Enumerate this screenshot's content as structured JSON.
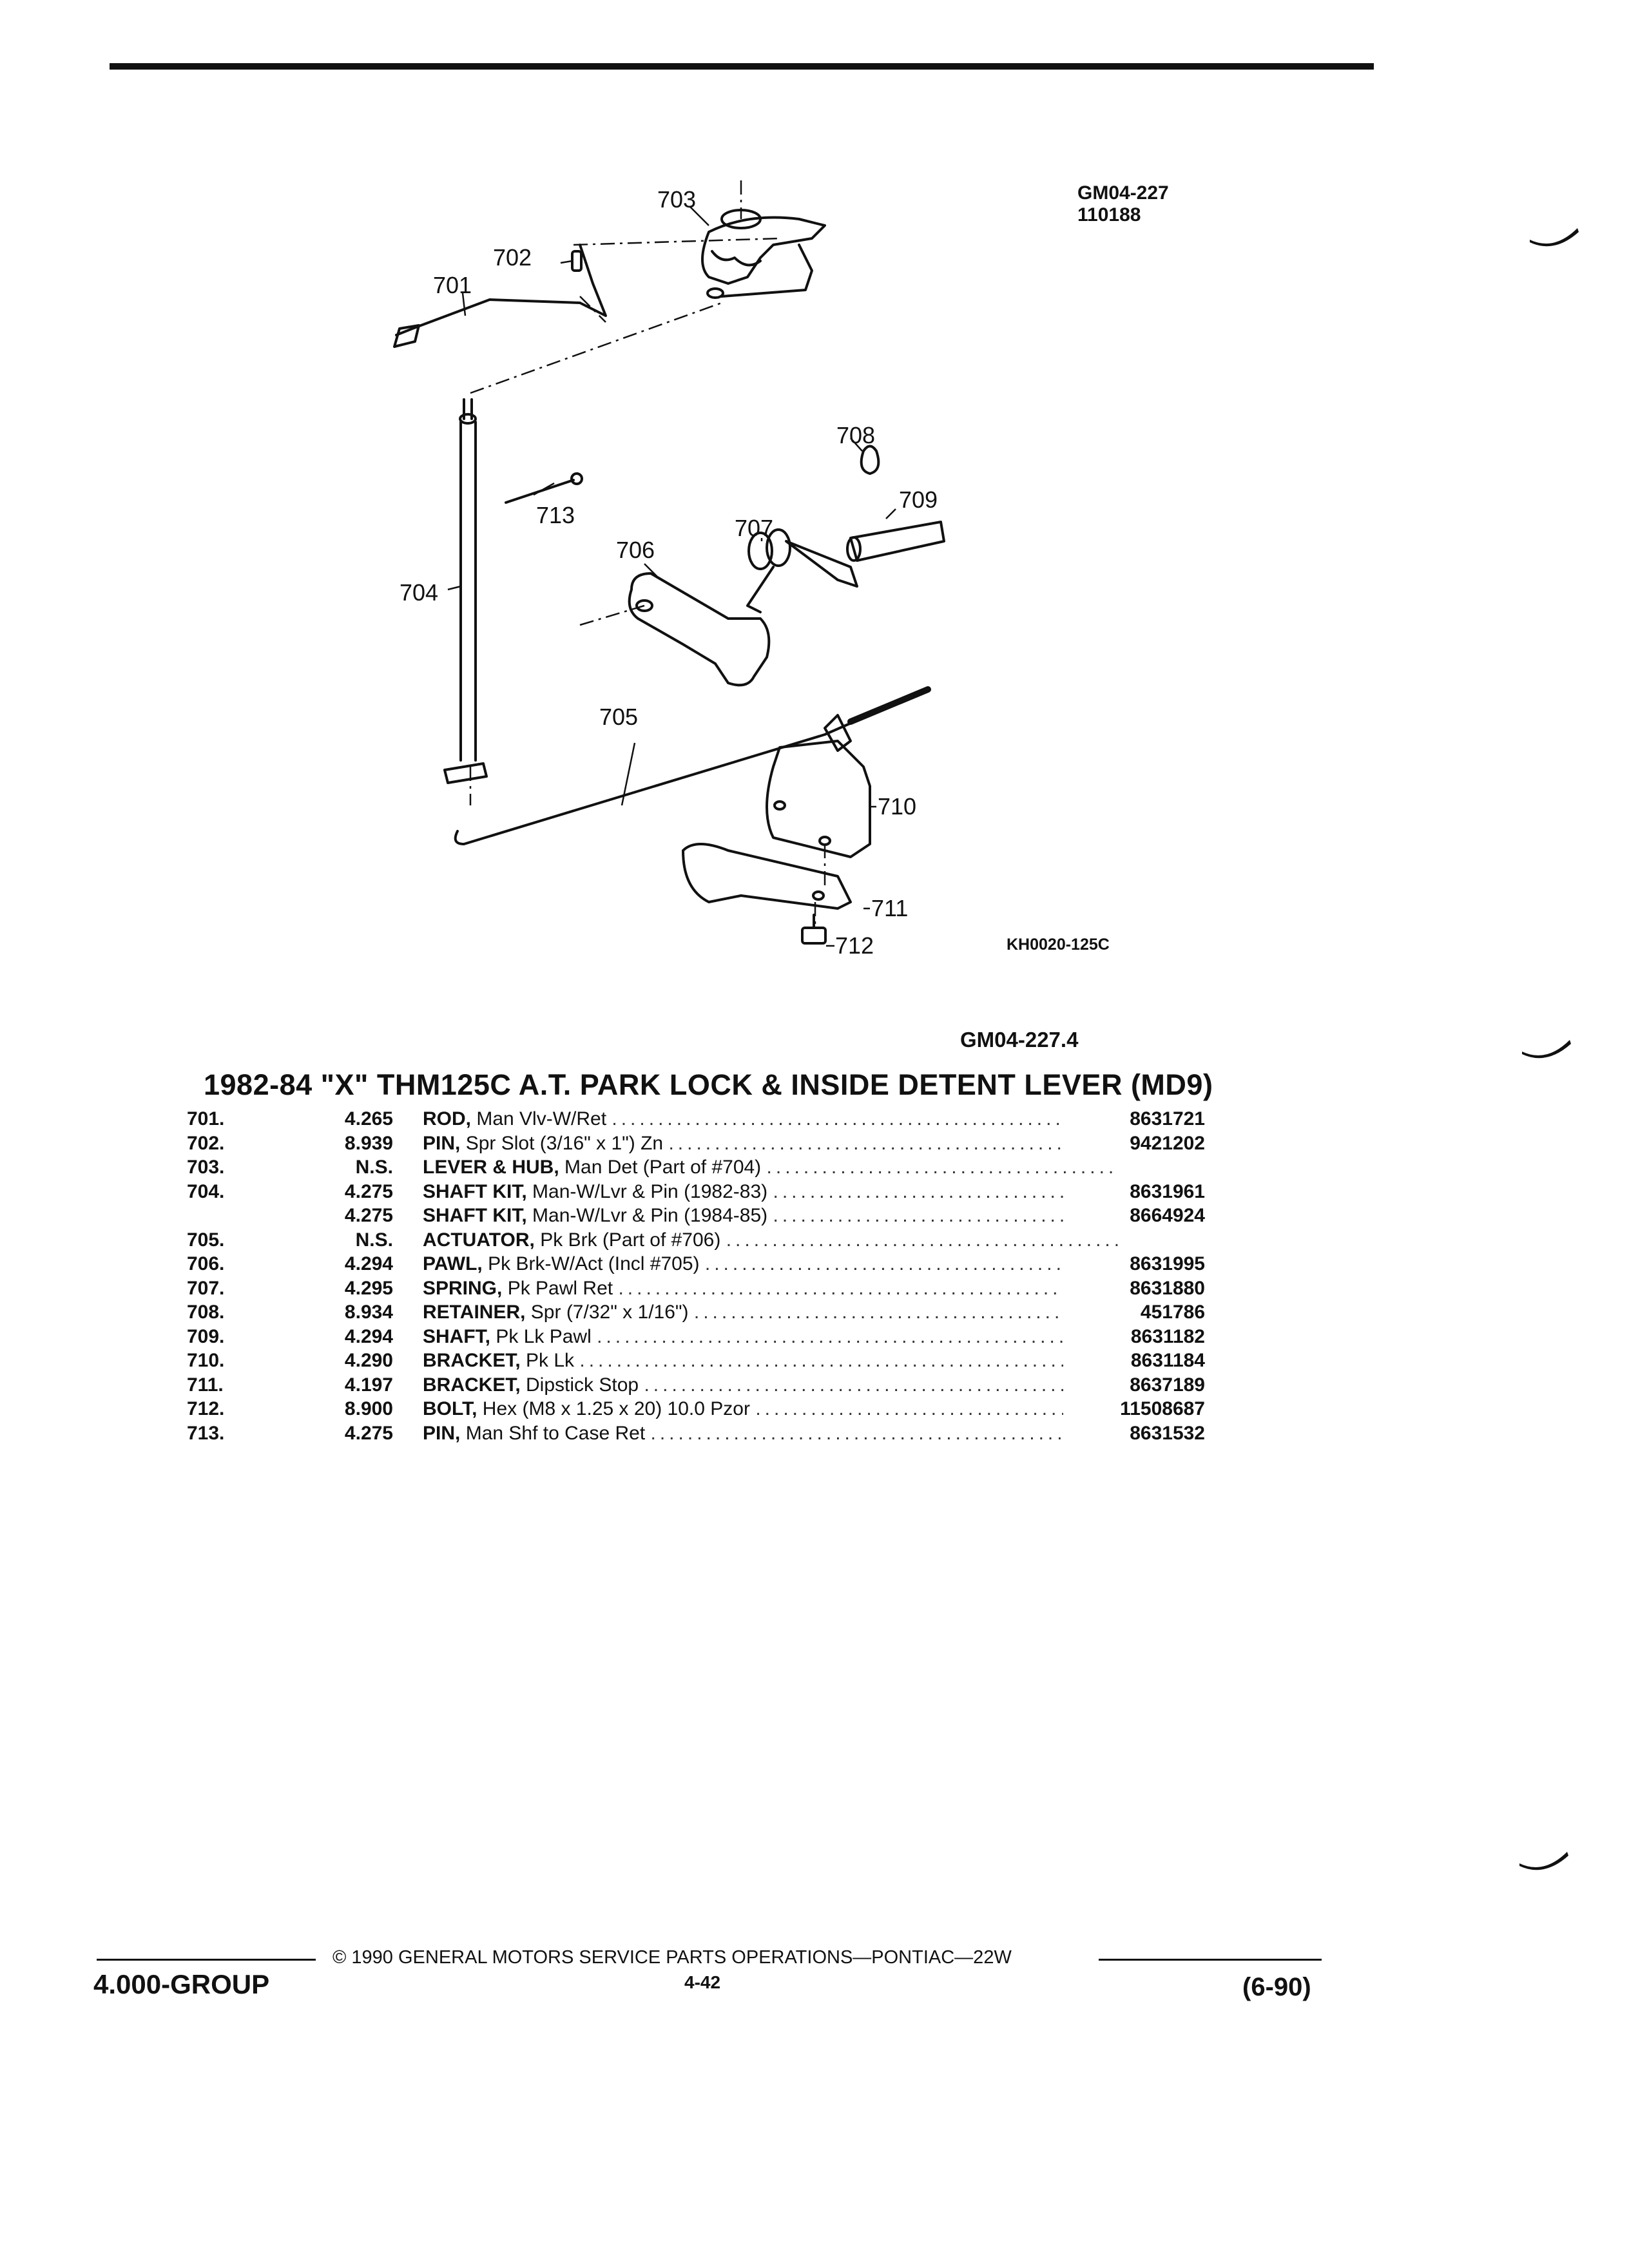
{
  "figure": {
    "reference": "GM04-227",
    "reference_date": "110188",
    "drawing_code": "KH0020-125C",
    "callouts": [
      "701",
      "702",
      "703",
      "704",
      "705",
      "706",
      "707",
      "708",
      "709",
      "710",
      "711",
      "712",
      "713"
    ]
  },
  "section": {
    "group_code": "GM04-227.4",
    "title": "1982-84 \"X\" THM125C A.T. PARK LOCK & INSIDE DETENT LEVER (MD9)"
  },
  "parts": [
    {
      "no": "701.",
      "group": "4.265",
      "name": "ROD,",
      "desc": "Man Vlv-W/Ret",
      "part_number": "8631721"
    },
    {
      "no": "702.",
      "group": "8.939",
      "name": "PIN,",
      "desc": "Spr Slot (3/16\" x 1\") Zn",
      "part_number": "9421202"
    },
    {
      "no": "703.",
      "group": "N.S.",
      "name": "LEVER & HUB,",
      "desc": "Man Det (Part of #704)",
      "part_number": ""
    },
    {
      "no": "704.",
      "group": "4.275",
      "name": "SHAFT KIT,",
      "desc": "Man-W/Lvr & Pin (1982-83)",
      "part_number": "8631961"
    },
    {
      "no": "",
      "group": "4.275",
      "name": "SHAFT KIT,",
      "desc": "Man-W/Lvr & Pin (1984-85)",
      "part_number": "8664924"
    },
    {
      "no": "705.",
      "group": "N.S.",
      "name": "ACTUATOR,",
      "desc": "Pk Brk (Part of #706)",
      "part_number": ""
    },
    {
      "no": "706.",
      "group": "4.294",
      "name": "PAWL,",
      "desc": "Pk Brk-W/Act (Incl #705)",
      "part_number": "8631995"
    },
    {
      "no": "707.",
      "group": "4.295",
      "name": "SPRING,",
      "desc": "Pk Pawl Ret",
      "part_number": "8631880"
    },
    {
      "no": "708.",
      "group": "8.934",
      "name": "RETAINER,",
      "desc": "Spr (7/32\" x 1/16\")",
      "part_number": "451786"
    },
    {
      "no": "709.",
      "group": "4.294",
      "name": "SHAFT,",
      "desc": "Pk Lk Pawl",
      "part_number": "8631182"
    },
    {
      "no": "710.",
      "group": "4.290",
      "name": "BRACKET,",
      "desc": "Pk Lk",
      "part_number": "8631184"
    },
    {
      "no": "711.",
      "group": "4.197",
      "name": "BRACKET,",
      "desc": "Dipstick Stop",
      "part_number": "8637189"
    },
    {
      "no": "712.",
      "group": "8.900",
      "name": "BOLT,",
      "desc": "Hex (M8 x 1.25 x 20) 10.0 Pzor",
      "part_number": "11508687"
    },
    {
      "no": "713.",
      "group": "4.275",
      "name": "PIN,",
      "desc": "Man Shf to Case Ret",
      "part_number": "8631532"
    }
  ],
  "footer": {
    "copyright": "© 1990 GENERAL MOTORS SERVICE PARTS OPERATIONS—PONTIAC—22W",
    "group": "4.000-GROUP",
    "page": "4-42",
    "date": "(6-90)"
  }
}
